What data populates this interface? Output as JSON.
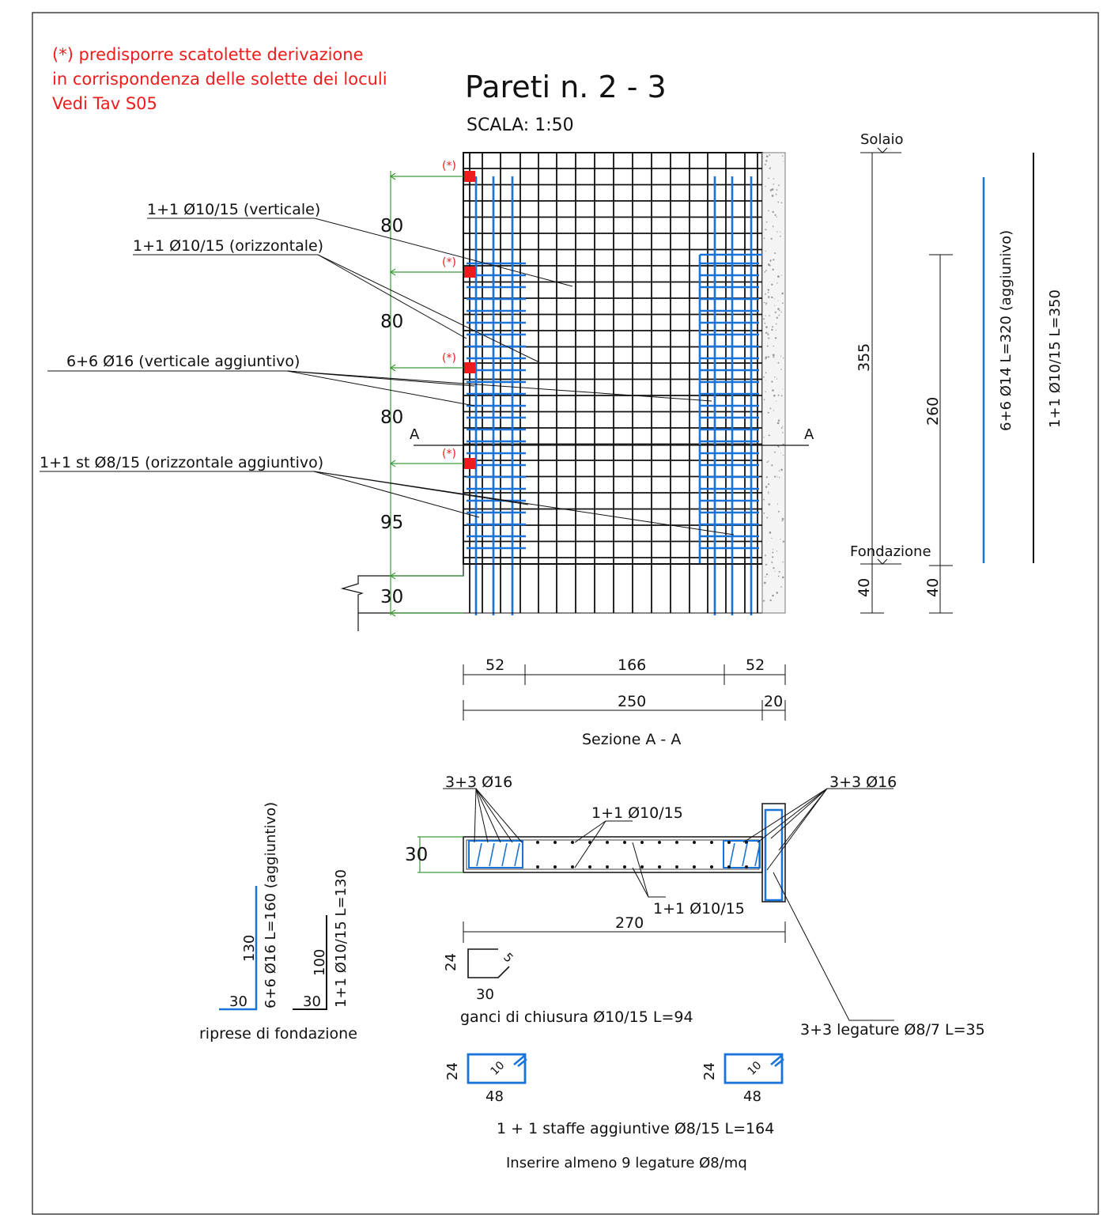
{
  "note": {
    "line1": "(*) predisporre scatolette derivazione",
    "line2": "in corrispondenza delle solette dei loculi",
    "line3": "Vedi Tav S05"
  },
  "title": "Pareti n. 2 - 3",
  "scale": "SCALA: 1:50",
  "markers": {
    "asterisk": "(*)"
  },
  "labels": {
    "vert": "1+1 Ø10/15 (verticale)",
    "orizz": "1+1 Ø10/15 (orizzontale)",
    "vert_agg": "6+6 Ø16 (verticale aggiuntivo)",
    "orizz_agg": "1+1 st Ø8/15 (orizzontale aggiuntivo)"
  },
  "dims_left": {
    "d1": "80",
    "d2": "80",
    "d3": "80",
    "d4": "95",
    "d5": "30"
  },
  "section_marks": {
    "left": "A",
    "right": "A"
  },
  "levels": {
    "solaio": "Solaio",
    "fondazione": "Fondazione"
  },
  "dims_right": {
    "h355": "355",
    "h260": "260",
    "h40a": "40",
    "h40b": "40"
  },
  "bars_right": {
    "blue": "6+6 Ø14 L=320 (aggiunivo)",
    "black": "1+1 Ø10/15 L=350"
  },
  "dims_bottom": {
    "a": "52",
    "b": "166",
    "c": "52",
    "total": "250",
    "wall": "20"
  },
  "section_title": "Sezione A - A",
  "section": {
    "top_left": "3+3 Ø16",
    "top_right": "3+3 Ø16",
    "mid_top": "1+1 Ø10/15",
    "mid_bottom": "1+1 Ø10/15",
    "thickness": "30",
    "length": "270"
  },
  "foundation": {
    "blue_h": "130",
    "blue_label": "6+6 Ø16 L=160 (aggiuntivo)",
    "blue_base": "30",
    "black_h": "100",
    "black_label": "1+1 Ø10/15 L=130",
    "black_base": "30",
    "caption": "riprese di fondazione"
  },
  "hooks": {
    "h": "24",
    "w": "30",
    "bend": "5",
    "caption": "ganci di chiusura Ø10/15 L=94"
  },
  "ties": {
    "caption": "3+3 legature Ø8/7 L=35"
  },
  "stirrups": {
    "left": {
      "h": "24",
      "w": "48",
      "hook": "10"
    },
    "right": {
      "h": "24",
      "w": "48",
      "hook": "10"
    },
    "caption": "1 + 1 staffe aggiuntive Ø8/15 L=164",
    "note": "Inserire almeno 9 legature Ø8/mq"
  },
  "colors": {
    "blue": "#1a73d9",
    "red": "#ee1c1c",
    "green": "#3c9a3c",
    "black": "#111111"
  }
}
